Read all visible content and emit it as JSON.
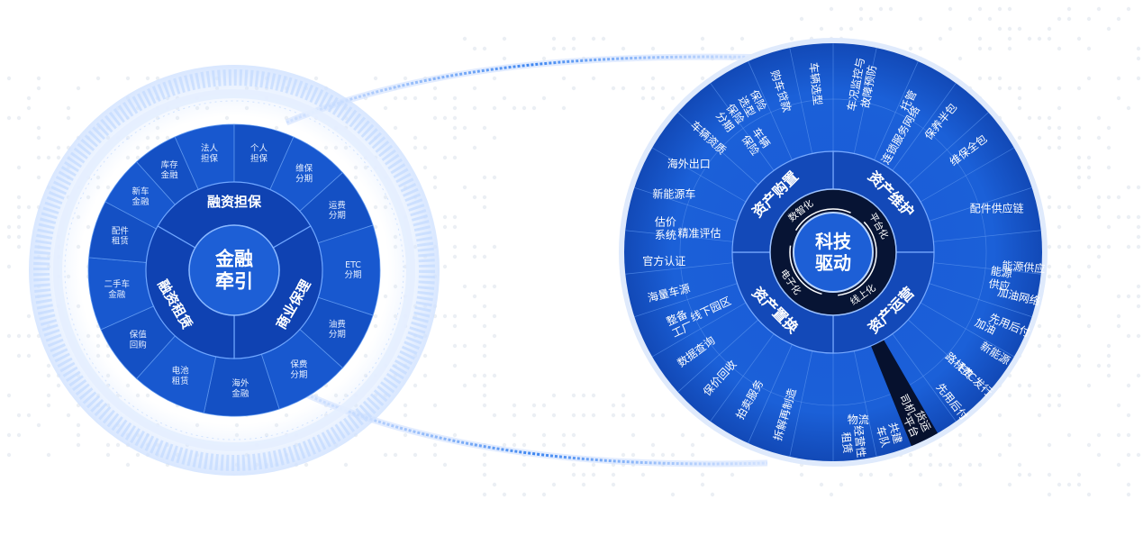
{
  "left_wheel": {
    "center": [
      "金融",
      "牵引"
    ],
    "inner_sectors": [
      {
        "label": "融资担保",
        "a0": -60,
        "a1": 60
      },
      {
        "label": "商业保理",
        "a0": 60,
        "a1": 180
      },
      {
        "label": "融资租赁",
        "a0": 180,
        "a1": 300
      }
    ],
    "outer_sectors": [
      {
        "lines": [
          "法人",
          "担保"
        ],
        "a0": -24,
        "a1": 0
      },
      {
        "lines": [
          "个人",
          "担保"
        ],
        "a0": 0,
        "a1": 24
      },
      {
        "lines": [
          "维保",
          "分期"
        ],
        "a0": 24,
        "a1": 48
      },
      {
        "lines": [
          "运费",
          "分期"
        ],
        "a0": 48,
        "a1": 72
      },
      {
        "lines": [
          "ETC",
          "分期"
        ],
        "a0": 72,
        "a1": 108
      },
      {
        "lines": [
          "油费",
          "分期"
        ],
        "a0": 108,
        "a1": 132
      },
      {
        "lines": [
          "保费",
          "分期"
        ],
        "a0": 132,
        "a1": 162
      },
      {
        "lines": [
          "海外",
          "金融"
        ],
        "a0": 162,
        "a1": 192
      },
      {
        "lines": [
          "电池",
          "租赁"
        ],
        "a0": 192,
        "a1": 222
      },
      {
        "lines": [
          "保值",
          "回购"
        ],
        "a0": 222,
        "a1": 246
      },
      {
        "lines": [
          "二手车",
          "金融"
        ],
        "a0": 246,
        "a1": 275
      },
      {
        "lines": [
          "配件",
          "租赁"
        ],
        "a0": 275,
        "a1": 298
      },
      {
        "lines": [
          "新车",
          "金融"
        ],
        "a0": 298,
        "a1": 318
      },
      {
        "lines": [
          "库存",
          "金融"
        ],
        "a0": 318,
        "a1": 336
      }
    ]
  },
  "right_wheel": {
    "center": [
      "科技",
      "驱动"
    ],
    "ring_words": [
      {
        "label": "平台化",
        "angle": 60
      },
      {
        "label": "线上化",
        "angle": 145
      },
      {
        "label": "电子化",
        "angle": 235
      },
      {
        "label": "数智化",
        "angle": 322
      }
    ],
    "quadrants": [
      {
        "label": "资产维护",
        "a0": 0,
        "a1": 90
      },
      {
        "label": "资产运营",
        "a0": 90,
        "a1": 180
      },
      {
        "label": "资产置换",
        "a0": 180,
        "a1": 270
      },
      {
        "label": "资产购置",
        "a0": 270,
        "a1": 360
      }
    ],
    "outer_sectors": [
      {
        "lines": [
          "车况监控与",
          "故障预防"
        ],
        "a0": 0,
        "a1": 20,
        "rot": "radial"
      },
      {
        "lines": [
          "托管"
        ],
        "a0": 20,
        "a1": 33,
        "rot": "radial"
      },
      {
        "lines": [
          "保养半包"
        ],
        "a0": 33,
        "a1": 46,
        "rot": "radial"
      },
      {
        "lines": [
          "维保全包"
        ],
        "a0": 46,
        "a1": 60,
        "rot": "radial"
      },
      {
        "lines": [
          "连锁服务网络"
        ],
        "a0": 0,
        "a1": 60,
        "rot": "radial",
        "mid": true
      },
      {
        "lines": [
          "配件供应链"
        ],
        "a0": 60,
        "a1": 90,
        "rot": "tangent"
      },
      {
        "lines": [
          "能源",
          "供应"
        ],
        "a0": 90,
        "a1": 108,
        "rot": "radial"
      },
      {
        "lines": [
          "加油"
        ],
        "a0": 108,
        "a1": 124,
        "rot": "radial"
      },
      {
        "lines": [
          "能源供应"
        ],
        "a0": 90,
        "a1": 99,
        "rot": "radial",
        "far": true
      },
      {
        "lines": [
          "加油网络"
        ],
        "a0": 99,
        "a1": 108,
        "rot": "radial",
        "far": true
      },
      {
        "lines": [
          "先用后付"
        ],
        "a0": 108,
        "a1": 117,
        "rot": "radial",
        "far": true
      },
      {
        "lines": [
          "新能源"
        ],
        "a0": 117,
        "a1": 127,
        "rot": "radial",
        "far": true
      },
      {
        "lines": [
          "路桥费"
        ],
        "a0": 124,
        "a1": 140,
        "rot": "radial"
      },
      {
        "lines": [
          "ETC发行"
        ],
        "a0": 127,
        "a1": 137,
        "rot": "radial",
        "far": true
      },
      {
        "lines": [
          "先用后付"
        ],
        "a0": 137,
        "a1": 146,
        "rot": "radial",
        "far": true
      },
      {
        "lines": [
          "司机"
        ],
        "a0": 150,
        "a1": 158,
        "rot": "radial"
      },
      {
        "lines": [
          "物流"
        ],
        "a0": 158,
        "a1": 185,
        "rot": "tangent"
      },
      {
        "lines": [
          "货运",
          "平台"
        ],
        "a0": 150,
        "a1": 158,
        "rot": "radial",
        "far": true
      },
      {
        "lines": [
          "共建",
          "车队"
        ],
        "a0": 158,
        "a1": 168,
        "rot": "radial",
        "far": true
      },
      {
        "lines": [
          "经营性",
          "租赁"
        ],
        "a0": 168,
        "a1": 180,
        "rot": "radial",
        "far": true
      },
      {
        "lines": [
          "拆解再制造"
        ],
        "a0": 190,
        "a1": 203,
        "rot": "radial"
      },
      {
        "lines": [
          "拍卖服务"
        ],
        "a0": 203,
        "a1": 216,
        "rot": "radial"
      },
      {
        "lines": [
          "保价回收"
        ],
        "a0": 216,
        "a1": 228,
        "rot": "radial"
      },
      {
        "lines": [
          "数据查询"
        ],
        "a0": 228,
        "a1": 240,
        "rot": "radial"
      },
      {
        "lines": [
          "整备",
          "工厂"
        ],
        "a0": 240,
        "a1": 250,
        "rot": "radial"
      },
      {
        "lines": [
          "线下园区"
        ],
        "a0": 240,
        "a1": 250,
        "rot": "radial",
        "mid": true
      },
      {
        "lines": [
          "海量车源"
        ],
        "a0": 250,
        "a1": 262,
        "rot": "radial"
      },
      {
        "lines": [
          "官方认证"
        ],
        "a0": 262,
        "a1": 272,
        "rot": "tangent"
      },
      {
        "lines": [
          "估价",
          "系统"
        ],
        "a0": 272,
        "a1": 284,
        "rot": "tangent"
      },
      {
        "lines": [
          "精准评估"
        ],
        "a0": 272,
        "a1": 284,
        "rot": "tangent",
        "mid": true
      },
      {
        "lines": [
          "新能源车"
        ],
        "a0": 284,
        "a1": 296,
        "rot": "tangent"
      },
      {
        "lines": [
          "海外出口"
        ],
        "a0": 296,
        "a1": 307,
        "rot": "tangent"
      },
      {
        "lines": [
          "车辆资质"
        ],
        "a0": 307,
        "a1": 318,
        "rot": "radial"
      },
      {
        "lines": [
          "车辆",
          "保险"
        ],
        "a0": 318,
        "a1": 332,
        "rot": "radial",
        "mid": true
      },
      {
        "lines": [
          "保险",
          "分期"
        ],
        "a0": 318,
        "a1": 327,
        "rot": "radial"
      },
      {
        "lines": [
          "保险",
          "选型"
        ],
        "a0": 327,
        "a1": 336,
        "rot": "radial"
      },
      {
        "lines": [
          "购车贷款"
        ],
        "a0": 336,
        "a1": 348,
        "rot": "radial"
      },
      {
        "lines": [
          "车辆选型"
        ],
        "a0": 348,
        "a1": 360,
        "rot": "radial"
      }
    ]
  },
  "colors": {
    "wheel_dark": "#0a2e8a",
    "wheel_mid": "#1650c8",
    "wheel_light": "#2f7be8",
    "core": "#0a1a3a",
    "line": "#5da0ff",
    "highlight": "#06112e"
  }
}
